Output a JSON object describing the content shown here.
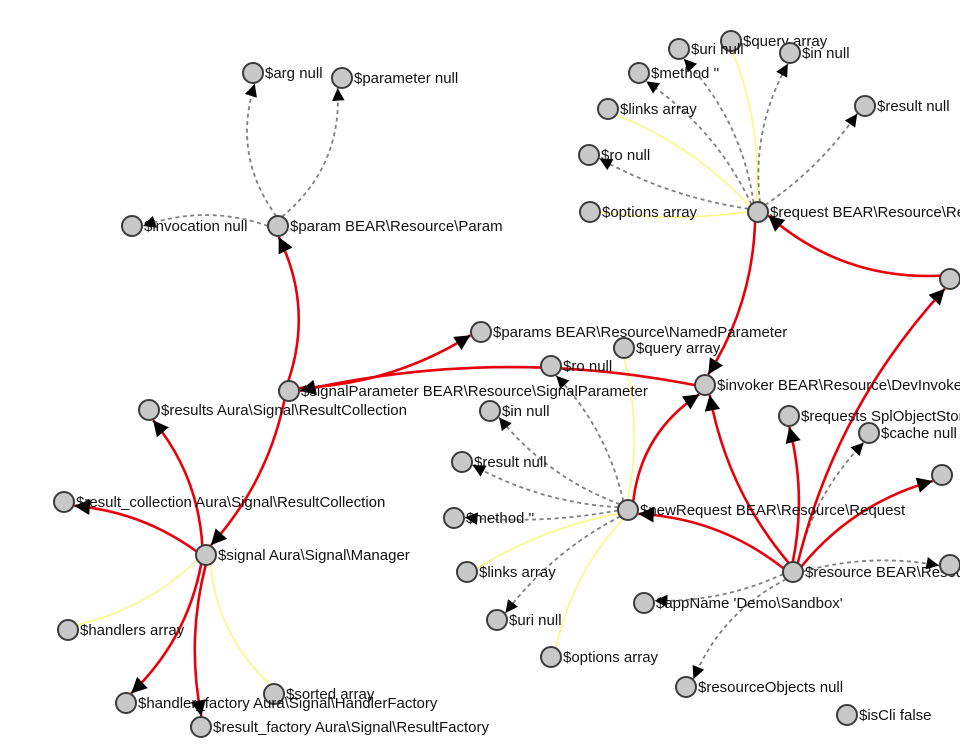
{
  "graph": {
    "nodes": [
      {
        "id": "arg",
        "label": "$arg null"
      },
      {
        "id": "parameter",
        "label": "$parameter null"
      },
      {
        "id": "invocation",
        "label": "$invocation null"
      },
      {
        "id": "param",
        "label": "$param BEAR\\Resource\\Param"
      },
      {
        "id": "params",
        "label": "$params BEAR\\Resource\\NamedParameter"
      },
      {
        "id": "query1",
        "label": "$query array"
      },
      {
        "id": "ro1",
        "label": "$ro null"
      },
      {
        "id": "signalParameter",
        "label": "$signalParameter BEAR\\Resource\\SignalParameter"
      },
      {
        "id": "results",
        "label": "$results Aura\\Signal\\ResultCollection"
      },
      {
        "id": "in1",
        "label": "$in null"
      },
      {
        "id": "result1",
        "label": "$result null"
      },
      {
        "id": "result_collection",
        "label": "$result_collection Aura\\Signal\\ResultCollection"
      },
      {
        "id": "method1",
        "label": "$method ''"
      },
      {
        "id": "signal",
        "label": "$signal Aura\\Signal\\Manager"
      },
      {
        "id": "links1",
        "label": "$links array"
      },
      {
        "id": "handlers",
        "label": "$handlers array"
      },
      {
        "id": "uri1",
        "label": "$uri null"
      },
      {
        "id": "options1",
        "label": "$options array"
      },
      {
        "id": "sorted",
        "label": "$sorted array"
      },
      {
        "id": "handler_factory",
        "label": "$handler_factory Aura\\Signal\\HandlerFactory"
      },
      {
        "id": "result_factory",
        "label": "$result_factory Aura\\Signal\\ResultFactory"
      },
      {
        "id": "newRequest",
        "label": "$newRequest BEAR\\Resource\\Request"
      },
      {
        "id": "query2",
        "label": "$query array"
      },
      {
        "id": "uri2",
        "label": "$uri null"
      },
      {
        "id": "in2",
        "label": "$in null"
      },
      {
        "id": "method2",
        "label": "$method ''"
      },
      {
        "id": "links2",
        "label": "$links array"
      },
      {
        "id": "result2",
        "label": "$result null"
      },
      {
        "id": "ro2",
        "label": "$ro null"
      },
      {
        "id": "options2",
        "label": "$options array"
      },
      {
        "id": "request",
        "label": "$request BEAR\\Resource\\Request"
      },
      {
        "id": "invoker",
        "label": "$invoker BEAR\\Resource\\DevInvoker"
      },
      {
        "id": "requests",
        "label": "$requests SplObjectStorage"
      },
      {
        "id": "cache",
        "label": "$cache null"
      },
      {
        "id": "resource",
        "label": "$resource BEAR\\Resource\\Resource"
      },
      {
        "id": "appName",
        "label": "$appName 'Demo\\Sandbox'"
      },
      {
        "id": "resourceObjects",
        "label": "$resourceObjects null"
      },
      {
        "id": "isCli",
        "label": "$isCli false"
      },
      {
        "id": "right1",
        "label": ""
      },
      {
        "id": "right2",
        "label": ""
      },
      {
        "id": "right3",
        "label": ""
      }
    ],
    "edges": [
      {
        "source": "param",
        "target": "arg",
        "kind": "null"
      },
      {
        "source": "param",
        "target": "parameter",
        "kind": "null"
      },
      {
        "source": "param",
        "target": "invocation",
        "kind": "null"
      },
      {
        "source": "signalParameter",
        "target": "param",
        "kind": "object"
      },
      {
        "source": "signalParameter",
        "target": "params",
        "kind": "object"
      },
      {
        "source": "signalParameter",
        "target": "signal",
        "kind": "object"
      },
      {
        "source": "signal",
        "target": "results",
        "kind": "object"
      },
      {
        "source": "signal",
        "target": "result_collection",
        "kind": "object"
      },
      {
        "source": "signal",
        "target": "handlers",
        "kind": "array"
      },
      {
        "source": "signal",
        "target": "sorted",
        "kind": "array"
      },
      {
        "source": "signal",
        "target": "handler_factory",
        "kind": "object"
      },
      {
        "source": "signal",
        "target": "result_factory",
        "kind": "object"
      },
      {
        "source": "newRequest",
        "target": "in1",
        "kind": "null"
      },
      {
        "source": "newRequest",
        "target": "result1",
        "kind": "null"
      },
      {
        "source": "newRequest",
        "target": "method1",
        "kind": "null"
      },
      {
        "source": "newRequest",
        "target": "ro1",
        "kind": "null"
      },
      {
        "source": "newRequest",
        "target": "links1",
        "kind": "array"
      },
      {
        "source": "newRequest",
        "target": "uri1",
        "kind": "null"
      },
      {
        "source": "newRequest",
        "target": "options1",
        "kind": "array"
      },
      {
        "source": "newRequest",
        "target": "query1",
        "kind": "array"
      },
      {
        "source": "newRequest",
        "target": "invoker",
        "kind": "object"
      },
      {
        "source": "request",
        "target": "query2",
        "kind": "array"
      },
      {
        "source": "request",
        "target": "uri2",
        "kind": "null"
      },
      {
        "source": "request",
        "target": "in2",
        "kind": "null"
      },
      {
        "source": "request",
        "target": "method2",
        "kind": "null"
      },
      {
        "source": "request",
        "target": "links2",
        "kind": "array"
      },
      {
        "source": "request",
        "target": "result2",
        "kind": "null"
      },
      {
        "source": "request",
        "target": "ro2",
        "kind": "null"
      },
      {
        "source": "request",
        "target": "options2",
        "kind": "array"
      },
      {
        "source": "request",
        "target": "invoker",
        "kind": "object"
      },
      {
        "source": "invoker",
        "target": "signalParameter",
        "kind": "object"
      },
      {
        "source": "right1",
        "target": "request",
        "kind": "object"
      },
      {
        "source": "resource",
        "target": "invoker",
        "kind": "object"
      },
      {
        "source": "resource",
        "target": "newRequest",
        "kind": "object"
      },
      {
        "source": "resource",
        "target": "requests",
        "kind": "object"
      },
      {
        "source": "resource",
        "target": "cache",
        "kind": "null"
      },
      {
        "source": "resource",
        "target": "appName",
        "kind": "null"
      },
      {
        "source": "resource",
        "target": "resourceObjects",
        "kind": "null"
      },
      {
        "source": "resource",
        "target": "right1",
        "kind": "object"
      },
      {
        "source": "resource",
        "target": "right2",
        "kind": "object"
      },
      {
        "source": "resource",
        "target": "right3",
        "kind": "null"
      }
    ],
    "colors": {
      "object": "#e8000b",
      "null": "#808080",
      "array": "#fbf784",
      "node_fill": "#c8c8c8",
      "node_stroke": "#3c3c3c"
    }
  }
}
